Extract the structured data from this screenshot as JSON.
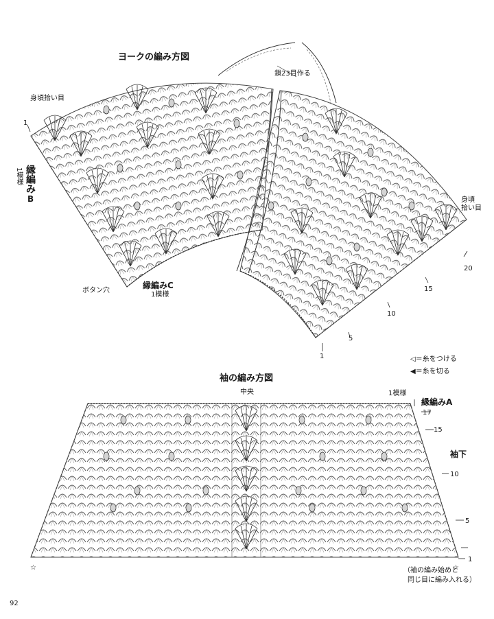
{
  "yoke": {
    "title": "ヨークの編み方図",
    "chain_start": "鎖23目作る",
    "body_pickup_left": "身頃拾い目",
    "body_pickup_right_1": "身頃",
    "body_pickup_right_2": "拾い目",
    "edge_b_1": "縁編み",
    "edge_b_2": "B",
    "pattern_repeat_b": "1模様",
    "button_hole": "ボタン穴",
    "edge_c": "縁編みC",
    "pattern_repeat_c": "1模様",
    "row_labels": [
      "1",
      "5",
      "10",
      "15",
      "20",
      "1"
    ]
  },
  "legend": {
    "attach_symbol": "◁",
    "attach_text": "＝糸をつける",
    "cut_symbol": "◀",
    "cut_text": "＝糸を切る"
  },
  "sleeve": {
    "title": "袖の編み方図",
    "center": "中央",
    "pattern_repeat": "1模様",
    "edge_a": "縁編みA",
    "underarm": "袖下",
    "row_labels": [
      "17",
      "15",
      "10",
      "5",
      "1"
    ],
    "note_line1": "（袖の編み始めと",
    "note_line2": "同じ目に編み入れる）",
    "star": "☆"
  },
  "page": {
    "number": "92"
  }
}
